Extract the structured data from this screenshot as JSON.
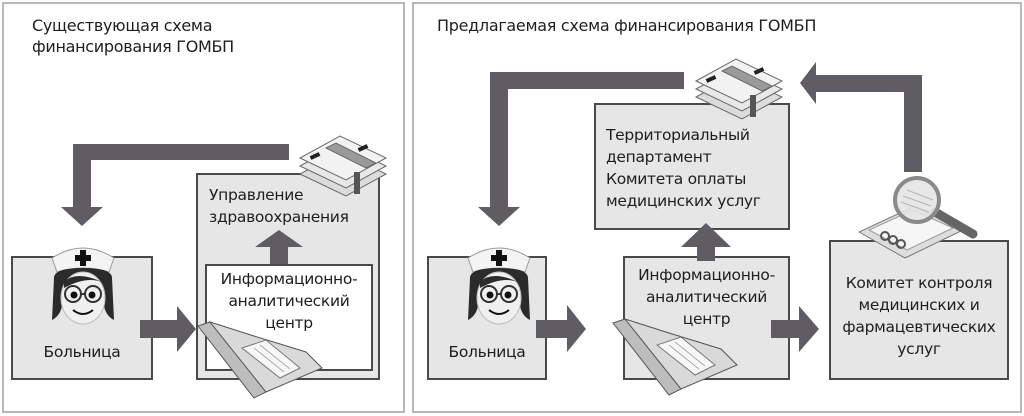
{
  "colors": {
    "arrow": "#5f5d62",
    "box_fill": "#e6e6e6",
    "box_border": "#4a4a4a",
    "panel_border": "#b8b8b8"
  },
  "left_panel": {
    "title_line1": "Существующая схема",
    "title_line2": "финансирования ГОМБП",
    "hospital": {
      "label": "Больница",
      "icon": "nurse-icon"
    },
    "health_dept": {
      "line1": "Управление",
      "line2": "здравоохранения",
      "icon": "money-stack-icon"
    },
    "info_center": {
      "line1": "Информационно-",
      "line2": "аналитический",
      "line3": "центр",
      "icon": "laptop-icon"
    }
  },
  "right_panel": {
    "title": "Предлагаемая схема финансирования ГОМБП",
    "hospital": {
      "label": "Больница",
      "icon": "nurse-icon"
    },
    "territorial_dept": {
      "line1": "Территориальный",
      "line2": "департамент",
      "line3": "Комитета оплаты",
      "line4": "медицинских услуг",
      "icon": "money-stack-icon"
    },
    "info_center": {
      "line1": "Информационно-",
      "line2": "аналитический",
      "line3": "центр",
      "icon": "laptop-icon"
    },
    "control_committee": {
      "line1": "Комитет контроля",
      "line2": "медицинских и",
      "line3": "фармацевтических",
      "line4": "услуг",
      "icon": "magnifier-document-icon"
    }
  }
}
